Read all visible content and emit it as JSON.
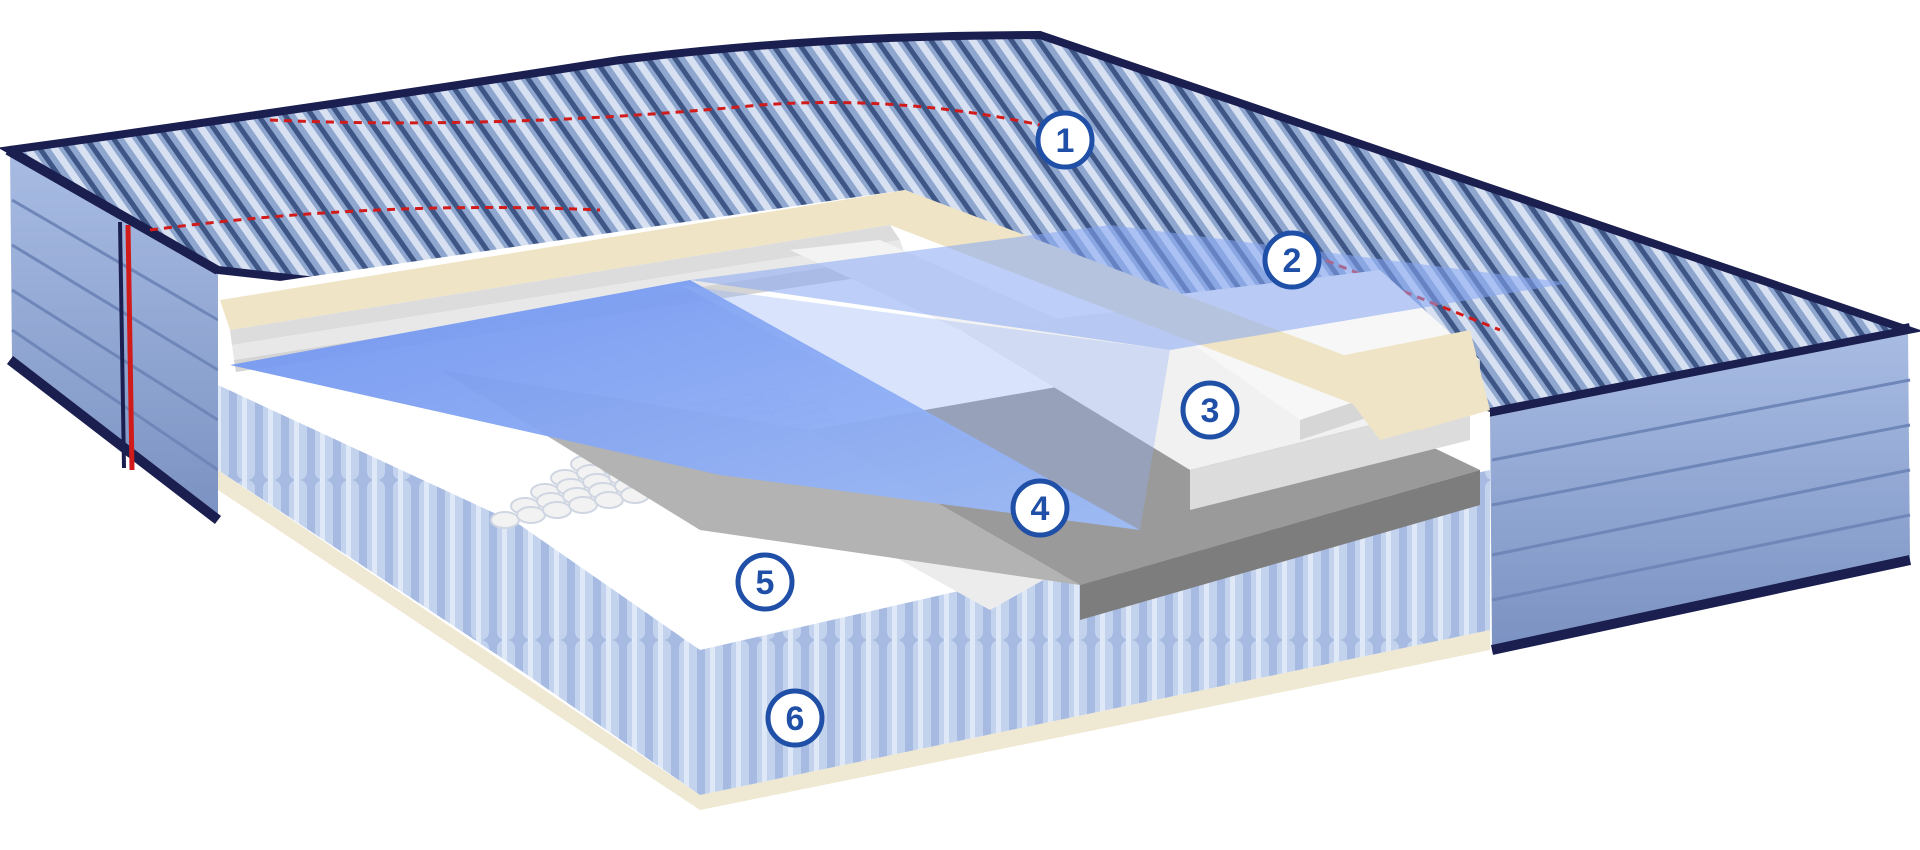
{
  "colors": {
    "cover_stripe_light": "#c9d6ec",
    "cover_stripe_dark": "#37507f",
    "cover_base": "#8fa6cf",
    "border_navy": "#1b1f4f",
    "side_panel": "#9fb4dd",
    "side_panel_shade": "#7e95c4",
    "red_stitch": "#d11b1b",
    "cream_foam": "#efe4c6",
    "white_foam": "#f3f3f3",
    "gel_layer": "#7fa2f2",
    "grey_foam": "#a9a9a9",
    "dark_grey_foam": "#8c8c8c",
    "pocket_coil": "#b7c8e6",
    "coil_top": "#f2f2f2",
    "base_board": "#efe8d2",
    "callout_blue": "#1f4fa6"
  },
  "callouts": [
    {
      "id": "1",
      "label": "1",
      "component": "quilted-cover"
    },
    {
      "id": "2",
      "label": "2",
      "component": "gel-memory-foam-sheet"
    },
    {
      "id": "3",
      "label": "3",
      "component": "comfort-foam-layers"
    },
    {
      "id": "4",
      "label": "4",
      "component": "support-foam-layer"
    },
    {
      "id": "5",
      "label": "5",
      "component": "pocket-coil-tops"
    },
    {
      "id": "6",
      "label": "6",
      "component": "pocket-coil-unit"
    }
  ]
}
